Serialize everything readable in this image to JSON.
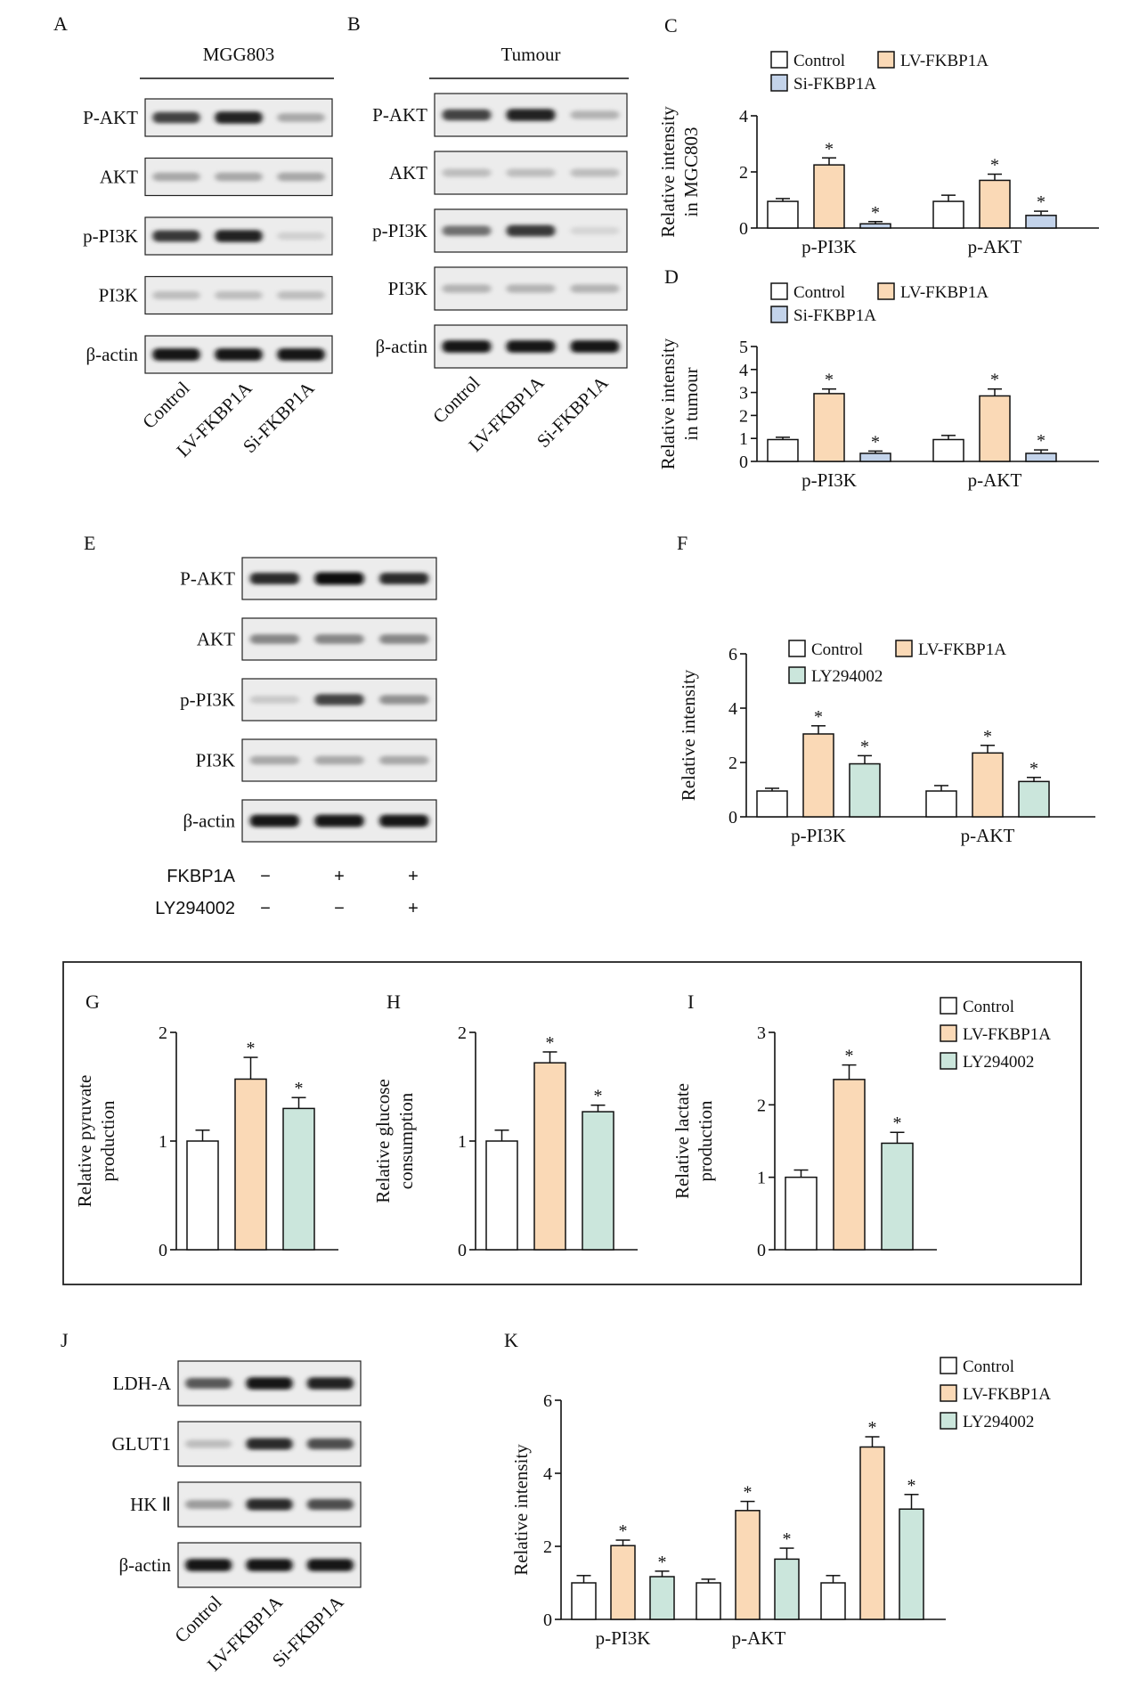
{
  "colors": {
    "control": "#ffffff",
    "lv_fkbp1a": "#fad9b6",
    "si_fkbp1a": "#c3d3ea",
    "ly294002": "#cbe6dc",
    "box_border": "#222222"
  },
  "panels": {
    "A": {
      "letter": "A",
      "header": "MGG803",
      "rows": [
        "P-AKT",
        "AKT",
        "p-PI3K",
        "PI3K",
        "β-actin"
      ],
      "lanes": [
        "Control",
        "LV-FKBP1A",
        "Si-FKBP1A"
      ],
      "intensities": [
        [
          0.75,
          0.9,
          0.3
        ],
        [
          0.3,
          0.3,
          0.3
        ],
        [
          0.8,
          0.9,
          0.12
        ],
        [
          0.2,
          0.2,
          0.2
        ],
        [
          0.95,
          0.95,
          0.95
        ]
      ]
    },
    "B": {
      "letter": "B",
      "header": "Tumour",
      "rows": [
        "P-AKT",
        "AKT",
        "p-PI3K",
        "PI3K",
        "β-actin"
      ],
      "lanes": [
        "Control",
        "LV-FKBP1A",
        "Si-FKBP1A"
      ],
      "intensities": [
        [
          0.75,
          0.9,
          0.25
        ],
        [
          0.2,
          0.2,
          0.2
        ],
        [
          0.55,
          0.8,
          0.1
        ],
        [
          0.25,
          0.25,
          0.25
        ],
        [
          0.95,
          0.95,
          0.95
        ]
      ]
    },
    "E": {
      "letter": "E",
      "rows": [
        "P-AKT",
        "AKT",
        "p-PI3K",
        "PI3K",
        "β-actin"
      ],
      "lanes": [
        "",
        "",
        ""
      ],
      "intensities": [
        [
          0.85,
          1.0,
          0.85
        ],
        [
          0.45,
          0.45,
          0.45
        ],
        [
          0.15,
          0.75,
          0.4
        ],
        [
          0.3,
          0.3,
          0.3
        ],
        [
          0.95,
          0.95,
          0.95
        ]
      ],
      "treatment_labels": [
        "FKBP1A",
        "LY294002"
      ],
      "treatment_signs": [
        [
          "−",
          "+",
          "+"
        ],
        [
          "−",
          "−",
          "+"
        ]
      ]
    },
    "J": {
      "letter": "J",
      "rows": [
        "LDH-A",
        "GLUT1",
        "HK Ⅱ",
        "β-actin"
      ],
      "lanes": [
        "Control",
        "LV-FKBP1A",
        "Si-FKBP1A"
      ],
      "intensities": [
        [
          0.65,
          0.95,
          0.9
        ],
        [
          0.2,
          0.85,
          0.7
        ],
        [
          0.35,
          0.85,
          0.7
        ],
        [
          0.95,
          0.95,
          0.95
        ]
      ]
    },
    "box_letters": [
      "G",
      "H",
      "I"
    ]
  },
  "chart_data": [
    {
      "panel": "C",
      "type": "bar",
      "ylabel": "Relative intensity in MGC803",
      "ylim": [
        0,
        4
      ],
      "yticks": [
        0,
        2,
        4
      ],
      "categories": [
        "p-PI3K",
        "p-AKT"
      ],
      "series": [
        {
          "name": "Control",
          "color": "#ffffff",
          "values": [
            0.95,
            0.95
          ],
          "err": [
            0.1,
            0.22
          ],
          "star": [
            false,
            false
          ]
        },
        {
          "name": "LV-FKBP1A",
          "color": "#fad9b6",
          "values": [
            2.25,
            1.7
          ],
          "err": [
            0.25,
            0.22
          ],
          "star": [
            true,
            true
          ]
        },
        {
          "name": "Si-FKBP1A",
          "color": "#c3d3ea",
          "values": [
            0.15,
            0.45
          ],
          "err": [
            0.08,
            0.15
          ],
          "star": [
            true,
            true
          ]
        }
      ],
      "legend": "top"
    },
    {
      "panel": "D",
      "type": "bar",
      "ylabel": "Relative intensity in tumour",
      "ylim": [
        0,
        5
      ],
      "yticks": [
        0,
        1,
        2,
        3,
        4,
        5
      ],
      "categories": [
        "p-PI3K",
        "p-AKT"
      ],
      "series": [
        {
          "name": "Control",
          "color": "#ffffff",
          "values": [
            0.95,
            0.95
          ],
          "err": [
            0.1,
            0.18
          ],
          "star": [
            false,
            false
          ]
        },
        {
          "name": "LV-FKBP1A",
          "color": "#fad9b6",
          "values": [
            2.95,
            2.85
          ],
          "err": [
            0.2,
            0.3
          ],
          "star": [
            true,
            true
          ]
        },
        {
          "name": "Si-FKBP1A",
          "color": "#c3d3ea",
          "values": [
            0.35,
            0.35
          ],
          "err": [
            0.1,
            0.15
          ],
          "star": [
            true,
            true
          ]
        }
      ],
      "legend": "top"
    },
    {
      "panel": "F",
      "type": "bar",
      "ylabel": "Relative intensity",
      "ylim": [
        0,
        6
      ],
      "yticks": [
        0,
        2,
        4,
        6
      ],
      "categories": [
        "p-PI3K",
        "p-AKT"
      ],
      "series": [
        {
          "name": "Control",
          "color": "#ffffff",
          "values": [
            0.95,
            0.95
          ],
          "err": [
            0.1,
            0.2
          ],
          "star": [
            false,
            false
          ]
        },
        {
          "name": "LV-FKBP1A",
          "color": "#fad9b6",
          "values": [
            3.05,
            2.35
          ],
          "err": [
            0.3,
            0.28
          ],
          "star": [
            true,
            true
          ]
        },
        {
          "name": "LY294002",
          "color": "#cbe6dc",
          "values": [
            1.95,
            1.3
          ],
          "err": [
            0.3,
            0.15
          ],
          "star": [
            true,
            true
          ]
        }
      ],
      "legend": "top"
    },
    {
      "panel": "G",
      "type": "bar",
      "ylabel": "Relative pyruvate production",
      "ylim": [
        0,
        2
      ],
      "yticks": [
        0,
        1,
        2
      ],
      "categories": [
        ""
      ],
      "series": [
        {
          "name": "Control",
          "color": "#ffffff",
          "values": [
            1.0
          ],
          "err": [
            0.1
          ],
          "star": [
            false
          ]
        },
        {
          "name": "LV-FKBP1A",
          "color": "#fad9b6",
          "values": [
            1.57
          ],
          "err": [
            0.2
          ],
          "star": [
            true
          ]
        },
        {
          "name": "LY294002",
          "color": "#cbe6dc",
          "values": [
            1.3
          ],
          "err": [
            0.1
          ],
          "star": [
            true
          ]
        }
      ]
    },
    {
      "panel": "H",
      "type": "bar",
      "ylabel": "Relative glucose consumption",
      "ylim": [
        0,
        2
      ],
      "yticks": [
        0,
        1,
        2
      ],
      "categories": [
        ""
      ],
      "series": [
        {
          "name": "Control",
          "color": "#ffffff",
          "values": [
            1.0
          ],
          "err": [
            0.1
          ],
          "star": [
            false
          ]
        },
        {
          "name": "LV-FKBP1A",
          "color": "#fad9b6",
          "values": [
            1.72
          ],
          "err": [
            0.1
          ],
          "star": [
            true
          ]
        },
        {
          "name": "LY294002",
          "color": "#cbe6dc",
          "values": [
            1.27
          ],
          "err": [
            0.06
          ],
          "star": [
            true
          ]
        }
      ]
    },
    {
      "panel": "I",
      "type": "bar",
      "ylabel": "Relative lactate production",
      "ylim": [
        0,
        3
      ],
      "yticks": [
        0,
        1,
        2,
        3
      ],
      "categories": [
        ""
      ],
      "series": [
        {
          "name": "Control",
          "color": "#ffffff",
          "values": [
            1.0
          ],
          "err": [
            0.1
          ],
          "star": [
            false
          ]
        },
        {
          "name": "LV-FKBP1A",
          "color": "#fad9b6",
          "values": [
            2.35
          ],
          "err": [
            0.2
          ],
          "star": [
            true
          ]
        },
        {
          "name": "LY294002",
          "color": "#cbe6dc",
          "values": [
            1.47
          ],
          "err": [
            0.15
          ],
          "star": [
            true
          ]
        }
      ],
      "legend": "right"
    },
    {
      "panel": "K",
      "type": "bar",
      "ylabel": "Relative intensity",
      "ylim": [
        0,
        6
      ],
      "yticks": [
        0,
        2,
        4,
        6
      ],
      "categories": [
        "p-PI3K",
        "p-AKT",
        ""
      ],
      "xtick_positions": "between",
      "series": [
        {
          "name": "Control",
          "color": "#ffffff",
          "values": [
            1.0,
            1.0,
            1.0
          ],
          "err": [
            0.2,
            0.1,
            0.2
          ],
          "star": [
            false,
            false,
            false
          ]
        },
        {
          "name": "LV-FKBP1A",
          "color": "#fad9b6",
          "values": [
            2.02,
            2.98,
            4.72
          ],
          "err": [
            0.15,
            0.25,
            0.28
          ],
          "star": [
            true,
            true,
            true
          ]
        },
        {
          "name": "LY294002",
          "color": "#cbe6dc",
          "values": [
            1.17,
            1.65,
            3.02
          ],
          "err": [
            0.15,
            0.3,
            0.4
          ],
          "star": [
            true,
            true,
            true
          ]
        }
      ],
      "legend": "right"
    }
  ]
}
